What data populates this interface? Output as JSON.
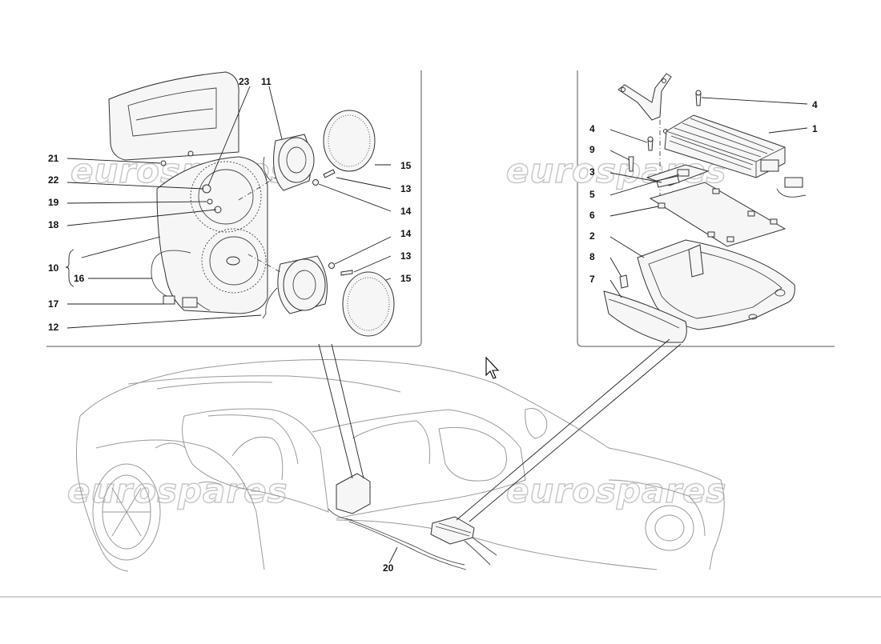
{
  "diagram": {
    "watermark": "eurospares",
    "labels": {
      "l1": "1",
      "l2": "2",
      "l3": "3",
      "l4a": "4",
      "l4b": "4",
      "l5": "5",
      "l6": "6",
      "l7": "7",
      "l8": "8",
      "l9": "9",
      "l10": "10",
      "l11": "11",
      "l12": "12",
      "l13a": "13",
      "l13b": "13",
      "l14a": "14",
      "l14b": "14",
      "l15a": "15",
      "l15b": "15",
      "l16": "16",
      "l17": "17",
      "l18": "18",
      "l19": "19",
      "l20": "20",
      "l21": "21",
      "l22": "22",
      "l23": "23"
    }
  },
  "colors": {
    "line": "#333333",
    "watermark_stroke": "#c9c9c9",
    "car_outline": "#9a9a9a",
    "background": "#ffffff"
  },
  "icons": {
    "cursor": "mouse-pointer-icon"
  }
}
